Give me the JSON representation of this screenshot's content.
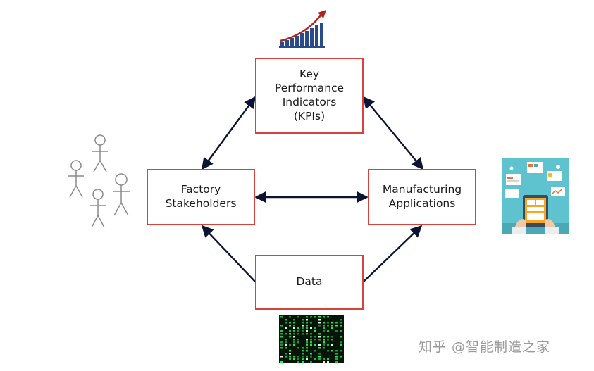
{
  "nodes": {
    "kpi": [
      "Key",
      "Performance",
      "Indicators",
      "(KPIs)"
    ],
    "factory": [
      "Factory",
      "Stakeholders"
    ],
    "manufacturing": [
      "Manufacturing",
      "Applications"
    ],
    "data": [
      "Data"
    ]
  },
  "watermark": "知乎 @智能制造之家",
  "colors": {
    "box_border": "#d9423a",
    "arrow": "#0d1433",
    "chart_bars": "#2a4a8a",
    "chart_arrow": "#b3221c",
    "tablet_bg": "#5ec3cf",
    "matrix_bg": "#06140a"
  },
  "icons": [
    "growth-chart-icon",
    "stick-figure-icon",
    "tablet-app-icon",
    "matrix-code-icon"
  ]
}
